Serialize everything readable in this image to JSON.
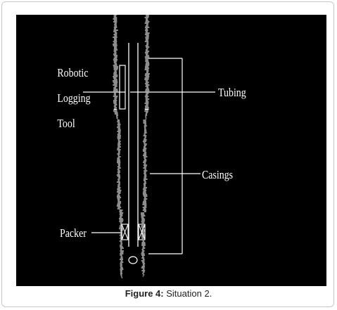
{
  "figure": {
    "caption_label": "Figure 4:",
    "caption_text": " Situation 2."
  },
  "diagram": {
    "labels": {
      "robotic_line1": "Robotic",
      "robotic_line2": "Logging",
      "robotic_line3": "Tool",
      "tubing": "Tubing",
      "casings": "Casings",
      "packer": "Packer"
    },
    "colors": {
      "background": "#000000",
      "lines": "#ffffff"
    }
  }
}
